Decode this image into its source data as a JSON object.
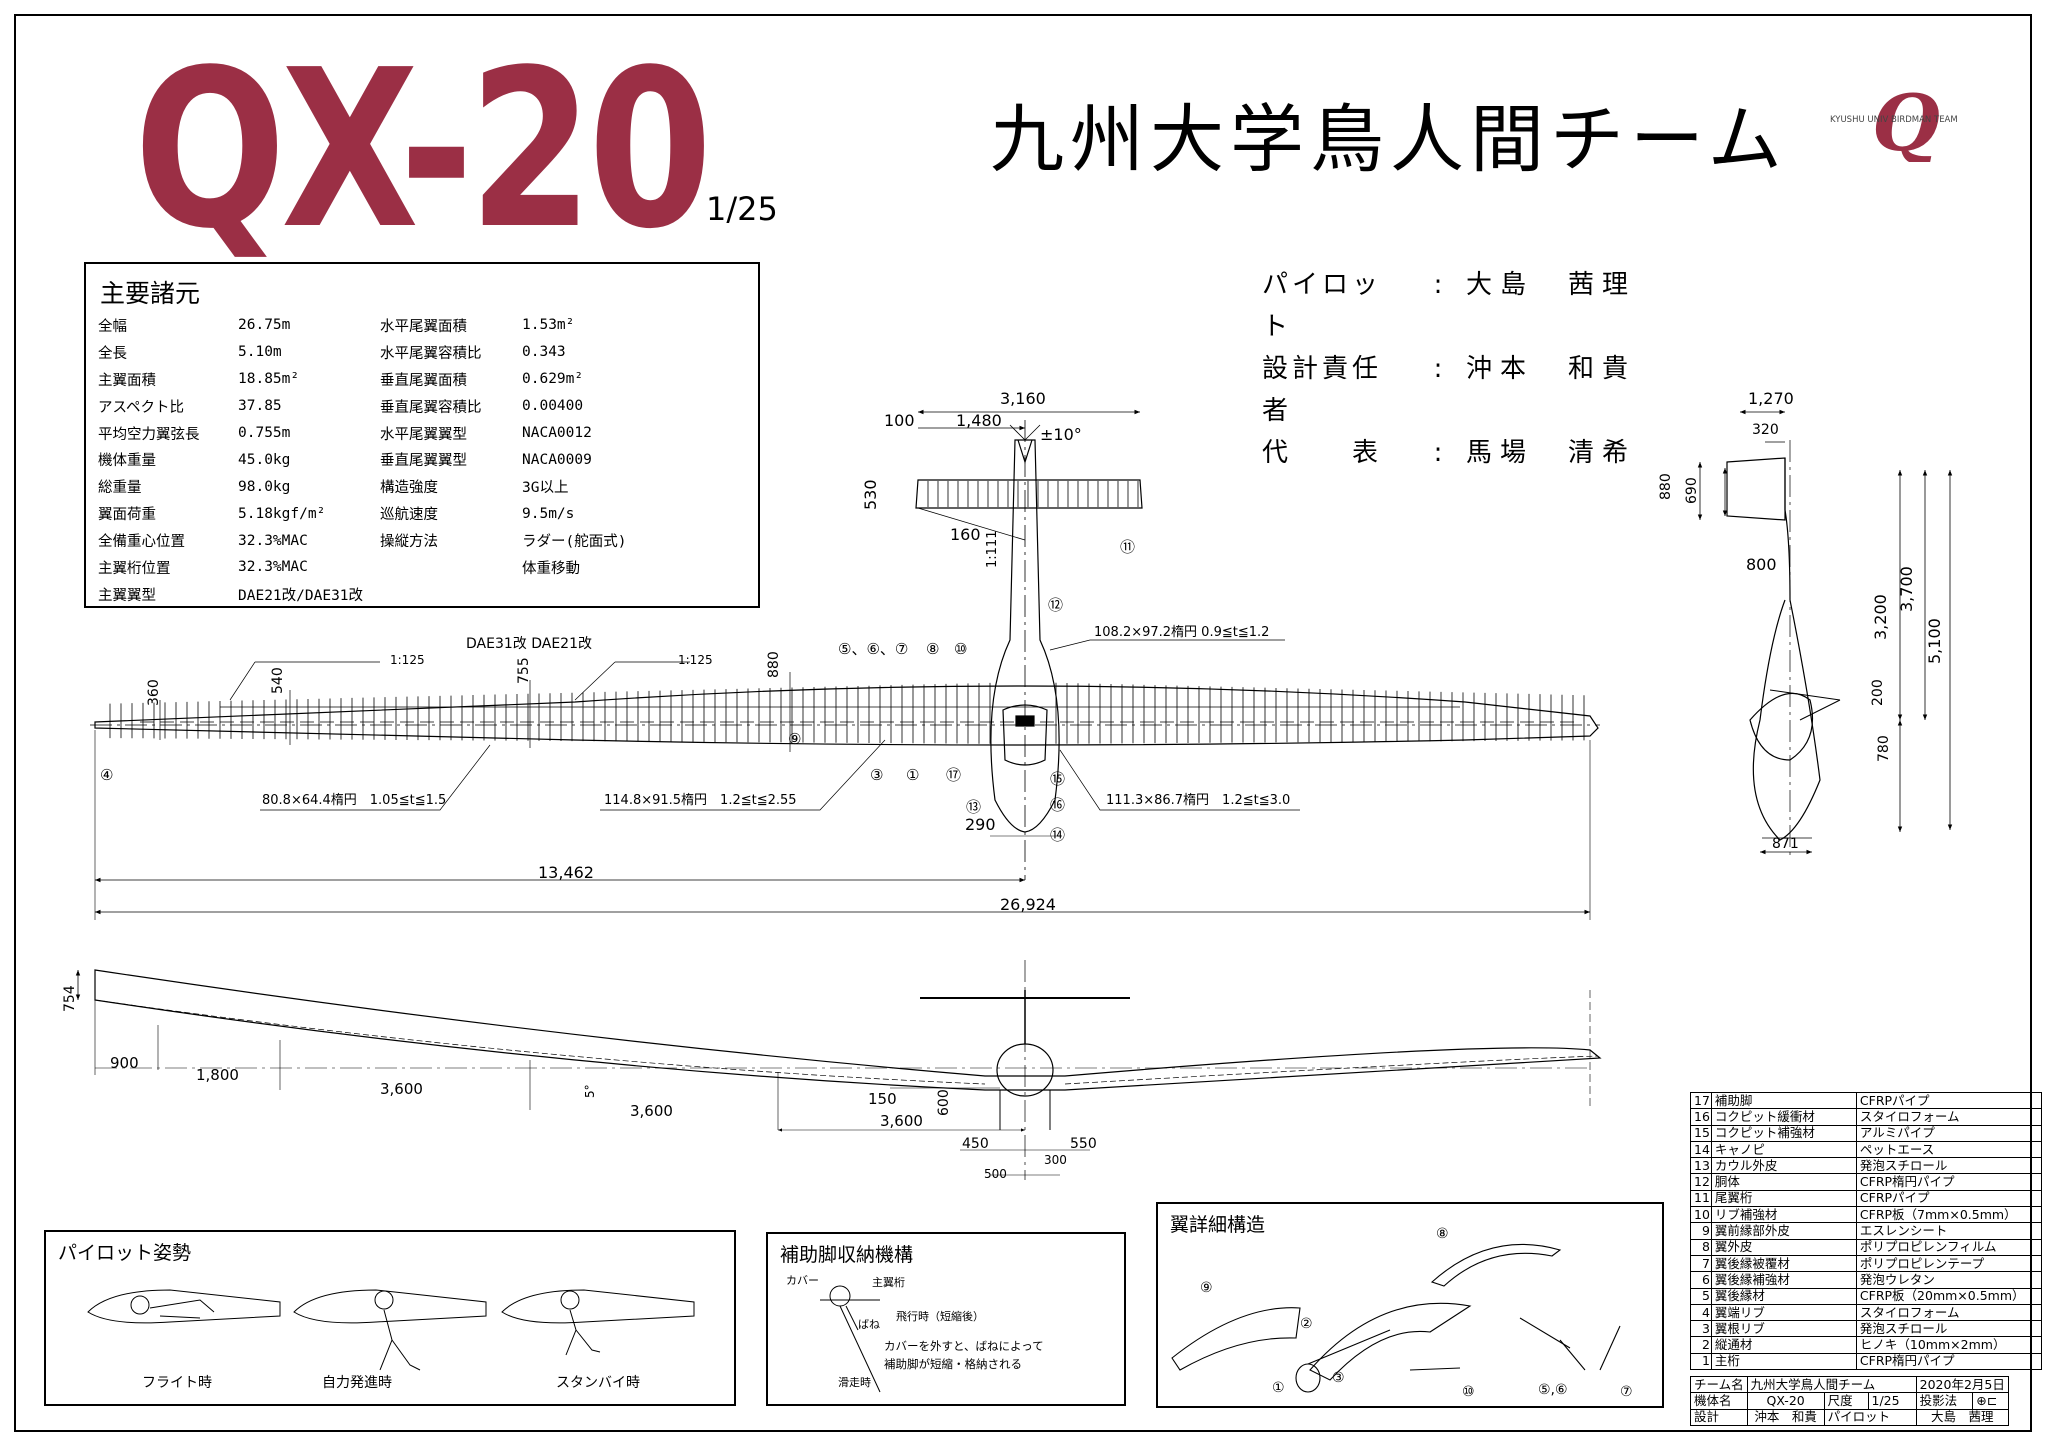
{
  "header": {
    "model": "QX-20",
    "scale": "1/25",
    "team": "九州大学鳥人間チーム",
    "logo_mark": "Q",
    "logo_text": "KYUSHU UNIV BIRDMAN TEAM"
  },
  "specs": {
    "title": "主要諸元",
    "rows": [
      [
        "全幅",
        "26.75m",
        "水平尾翼面積",
        "1.53m²"
      ],
      [
        "全長",
        "5.10m",
        "水平尾翼容積比",
        "0.343"
      ],
      [
        "主翼面積",
        "18.85m²",
        "垂直尾翼面積",
        "0.629m²"
      ],
      [
        "アスペクト比",
        "37.85",
        "垂直尾翼容積比",
        "0.00400"
      ],
      [
        "平均空力翼弦長",
        "0.755m",
        "水平尾翼翼型",
        "NACA0012"
      ],
      [
        "機体重量",
        "45.0kg",
        "垂直尾翼翼型",
        "NACA0009"
      ],
      [
        "総重量",
        "98.0kg",
        "構造強度",
        "3G以上"
      ],
      [
        "翼面荷重",
        "5.18kgf/m²",
        "巡航速度",
        "9.5m/s"
      ],
      [
        "全備重心位置",
        "32.3%MAC",
        "操縦方法",
        "ラダー(舵面式)"
      ],
      [
        "主翼桁位置",
        "32.3%MAC",
        "",
        "体重移動"
      ],
      [
        "主翼翼型",
        "DAE21改/DAE31改",
        "",
        ""
      ]
    ]
  },
  "crew": [
    {
      "role": "パイロット",
      "colon": ":",
      "name": "大島　茜理"
    },
    {
      "role": "設計責任者",
      "colon": ":",
      "name": "沖本　和貴"
    },
    {
      "role": "代　　表",
      "colon": ":",
      "name": "馬場　清希"
    }
  ],
  "dims": {
    "tail_span": "3,160",
    "tail_100": "100",
    "tail_1480": "1,480",
    "tail_angle": "±10°",
    "tail_530": "530",
    "tail_160": "160",
    "tail_ratio": "1:111",
    "root_pipe": "108.2×97.2楕円 0.9≦t≦1.2",
    "airfoils": "DAE31改 DAE21改",
    "taper1": "1:125",
    "taper2": "1:125",
    "c360": "360",
    "c540": "540",
    "c755": "755",
    "c880": "880",
    "spar1": "80.8×64.4楕円　1.05≦t≦1.5",
    "spar2": "114.8×91.5楕円　1.2≦t≦2.55",
    "spar3": "111.3×86.7楕円　1.2≦t≦3.0",
    "d290": "290",
    "half_span": "13,462",
    "full_span": "26,924",
    "side_1270": "1,270",
    "side_320": "320",
    "side_880": "880",
    "side_690": "690",
    "side_800": "800",
    "side_3200": "3,200",
    "side_3700": "3,700",
    "side_5100": "5,100",
    "side_200": "200",
    "side_780": "780",
    "side_871": "871",
    "front_754": "754",
    "front_900": "900",
    "front_1800": "1,800",
    "front_3600a": "3,600",
    "front_3600b": "3,600",
    "front_3600c": "3,600",
    "front_5": "5°",
    "front_150": "150",
    "front_600": "600",
    "front_450": "450",
    "front_550": "550",
    "front_500": "500",
    "front_300": "300"
  },
  "callouts": {
    "c1": "①",
    "c3": "③",
    "c4": "④",
    "c9": "⑨",
    "c11": "⑪",
    "c12": "⑫",
    "c13": "⑬",
    "c14": "⑭",
    "c15": "⑮",
    "c16": "⑯",
    "c17": "⑰",
    "c5678": "⑤、⑥、⑦",
    "c8": "⑧",
    "c10": "⑩"
  },
  "pilot_panel": {
    "title": "パイロット姿勢",
    "captions": [
      "フライト時",
      "自力発進時",
      "スタンバイ時"
    ]
  },
  "gear_panel": {
    "title": "補助脚収納機構",
    "cover": "カバー",
    "main_spar": "主翼桁",
    "spring": "ばね",
    "flight": "飛行時（短縮後）",
    "ground": "滑走時",
    "note1": "カバーを外すと、ばねによって",
    "note2": "補助脚が短縮・格納される"
  },
  "wing_panel": {
    "title": "翼詳細構造",
    "l9": "⑨",
    "l8": "⑧",
    "l2": "②",
    "l1": "①",
    "l3": "③",
    "l10": "⑩",
    "l56": "⑤,⑥",
    "l7": "⑦"
  },
  "parts": [
    [
      "17",
      "補助脚",
      "CFRPパイプ"
    ],
    [
      "16",
      "コクピット緩衝材",
      "スタイロフォーム"
    ],
    [
      "15",
      "コクピット補強材",
      "アルミパイプ"
    ],
    [
      "14",
      "キャノピ",
      "ペットエース"
    ],
    [
      "13",
      "カウル外皮",
      "発泡スチロール"
    ],
    [
      "12",
      "胴体",
      "CFRP楕円パイプ"
    ],
    [
      "11",
      "尾翼桁",
      "CFRPパイプ"
    ],
    [
      "10",
      "リブ補強材",
      "CFRP板（7mm×0.5mm）"
    ],
    [
      "9",
      "翼前縁部外皮",
      "エスレンシート"
    ],
    [
      "8",
      "翼外皮",
      "ポリプロピレンフィルム"
    ],
    [
      "7",
      "翼後縁被覆材",
      "ポリプロピレンテープ"
    ],
    [
      "6",
      "翼後縁補強材",
      "発泡ウレタン"
    ],
    [
      "5",
      "翼後縁材",
      "CFRP板（20mm×0.5mm）"
    ],
    [
      "4",
      "翼端リブ",
      "スタイロフォーム"
    ],
    [
      "3",
      "翼根リブ",
      "発泡スチロール"
    ],
    [
      "2",
      "縦通材",
      "ヒノキ（10mm×2mm）"
    ],
    [
      "1",
      "主桁",
      "CFRP楕円パイプ"
    ]
  ],
  "title_block": {
    "r1": [
      "チーム名",
      "九州大学鳥人間チーム",
      "2020年2月5日"
    ],
    "r2": [
      "機体名",
      "QX-20",
      "尺度",
      "1/25",
      "投影法",
      "⊕⊏"
    ],
    "r3": [
      "設計",
      "沖本　和貴",
      "パイロット",
      "大島　茜理"
    ]
  }
}
